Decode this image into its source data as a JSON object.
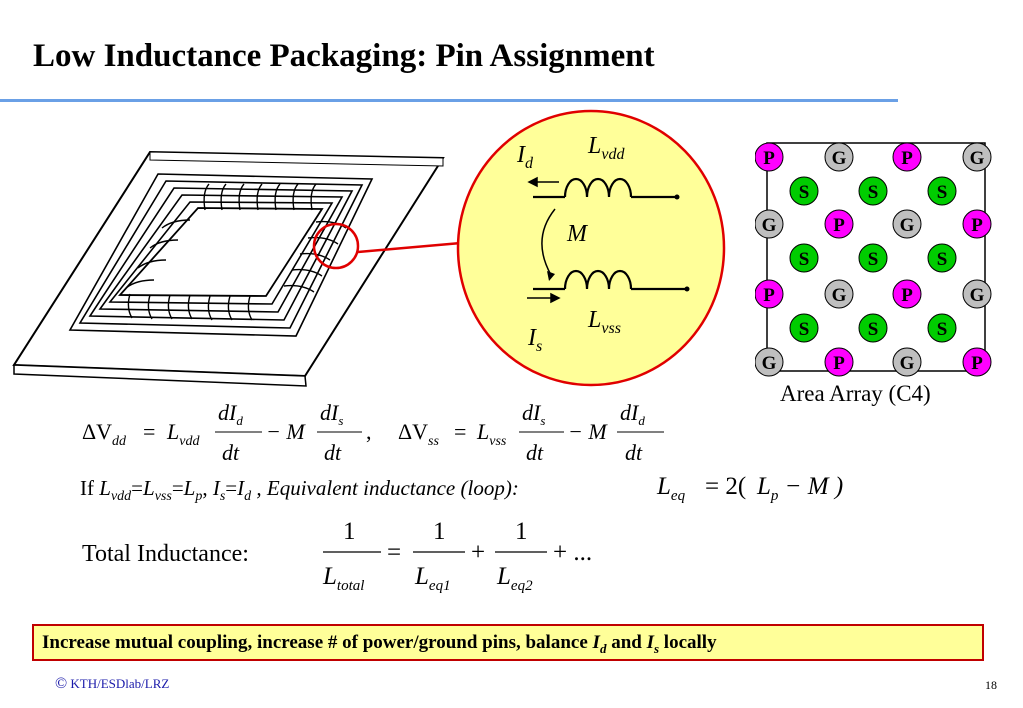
{
  "title": "Low Inductance Packaging: Pin Assignment",
  "inset": {
    "id_base": "I",
    "id_sub": "d",
    "lvdd_base": "L",
    "lvdd_sub": "vdd",
    "m": "M",
    "lvss_base": "L",
    "lvss_sub": "vss",
    "is_base": "I",
    "is_sub": "s"
  },
  "pin_array": {
    "caption": "Area Array (C4)",
    "rows": [
      [
        "P",
        "G",
        "P",
        "G"
      ],
      [
        "S",
        "S",
        "S"
      ],
      [
        "G",
        "P",
        "G",
        "P"
      ],
      [
        "S",
        "S",
        "S"
      ],
      [
        "P",
        "G",
        "P",
        "G"
      ],
      [
        "S",
        "S",
        "S"
      ],
      [
        "G",
        "P",
        "G",
        "P"
      ]
    ],
    "colors": {
      "P": "#ff00ff",
      "G": "#bfbfbf",
      "S": "#00cc00"
    }
  },
  "equations": {
    "eq_vdd": {
      "delta": "ΔV",
      "v_sub": "dd",
      "eq": "=",
      "l": "L",
      "l_sub": "vdd",
      "num1": "dI",
      "num1_sub": "d",
      "den": "dt",
      "minus_m": "− M",
      "num2": "dI",
      "num2_sub": "s",
      "comma": ","
    },
    "eq_vss": {
      "delta": "ΔV",
      "v_sub": "ss",
      "eq": "=",
      "l": "L",
      "l_sub": "vss",
      "num1": "dI",
      "num1_sub": "s",
      "den": "dt",
      "minus_m": "− M",
      "num2": "dI",
      "num2_sub": "d"
    },
    "condition": {
      "if": "If ",
      "l": "L",
      "vdd": "vdd",
      "eq1": "=",
      "vss": "vss",
      "eq2": "=",
      "p": "p",
      "comma1": ", ",
      "i": "I",
      "s": "s",
      "eq3": "=",
      "d": "d",
      "rest": " ,  Equivalent inductance (loop):"
    },
    "leq": {
      "l": "L",
      "sub": "eq",
      "rhs": "= 2(",
      "lp": "L",
      "p": "p",
      "minus": " − ",
      "m": "M",
      "close": " )"
    },
    "total": {
      "label": "Total Inductance:",
      "one": "1",
      "l": "L",
      "total_sub": "total",
      "eq": "=",
      "eq1_sub": "eq1",
      "plus": "+",
      "eq2_sub": "eq2",
      "tail": "+ ..."
    }
  },
  "callout": {
    "text1": "Increase mutual coupling, increase # of power/ground pins, balance ",
    "i1": "I",
    "d": "d",
    "and": " and ",
    "i2": "I",
    "s": "s",
    "text2": " locally"
  },
  "footer": {
    "copyright": "©",
    "text": " KTH/ESDlab/LRZ",
    "page": "18"
  }
}
